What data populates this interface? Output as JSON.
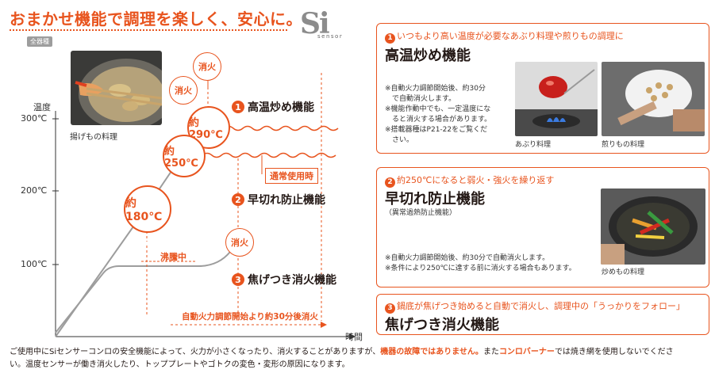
{
  "headline": "おまかせ機能で調理を楽しく、安心に。",
  "logo": {
    "si": "Si",
    "sensor": "sensor"
  },
  "badge": "全器種",
  "graph": {
    "y_axis_label": "温度",
    "x_axis_label": "時間",
    "y_ticks": [
      "300℃",
      "200℃",
      "100℃"
    ],
    "photo_caption": "揚げもの料理",
    "circle_290": "約290℃",
    "circle_250": "約250℃",
    "circle_180": "約180℃",
    "off_label": "消火",
    "off_label_2": "消火",
    "off_label_3": "消火",
    "function_1": "高温炒め機能",
    "function_2": "早切れ防止機能",
    "function_3": "焦げつき消火機能",
    "num_1": "1",
    "num_2": "2",
    "num_3": "3",
    "normal_use": "通常使用時",
    "boiling": "沸騰中",
    "auto_off": "自動火力調節開始より約30分後消火",
    "accent_color": "#e8541e",
    "line_color": "#9d9d9d"
  },
  "panels": [
    {
      "num": "1",
      "sub": "いつもより高い温度が必要なあぶり料理や煎りもの調理に",
      "title": "高温炒め機能",
      "notes": [
        "※自動火力調節開始後、約30分",
        "　で自動消火します。",
        "※機能作動中でも、一定温度にな",
        "　ると消火する場合があります。",
        "※搭載器種はP21-22をご覧くだ",
        "　さい。"
      ],
      "photo1_caption": "あぶり料理",
      "photo2_caption": "煎りもの料理"
    },
    {
      "num": "2",
      "sub": "約250℃になると弱火・強火を繰り返す",
      "title": "早切れ防止機能",
      "title_note": "（異常過熱防止機能）",
      "notes": [
        "※自動火力調節開始後、約30分で自動消火します。",
        "※条件により250℃に達する前に消火する場合もあります。"
      ],
      "photo_caption": "炒めもの料理"
    },
    {
      "num": "3",
      "sub": "鍋底が焦げつき始めると自動で消火し、調理中の「うっかりをフォロー」",
      "title": "焦げつき消火機能"
    }
  ],
  "footer": {
    "part1": "ご使用中にSiセンサーコンロの安全機能によって、火力が小さくなったり、消火することがありますが、",
    "hl1": "機器の故障ではありません。",
    "part2": "また",
    "hl2": "コンロバーナー",
    "part3": "では焼き網を使用しないでくださ",
    "line2": "い。温度センサーが働き消火したり、トッププレートやゴトクの変色・変形の原因になります。"
  }
}
